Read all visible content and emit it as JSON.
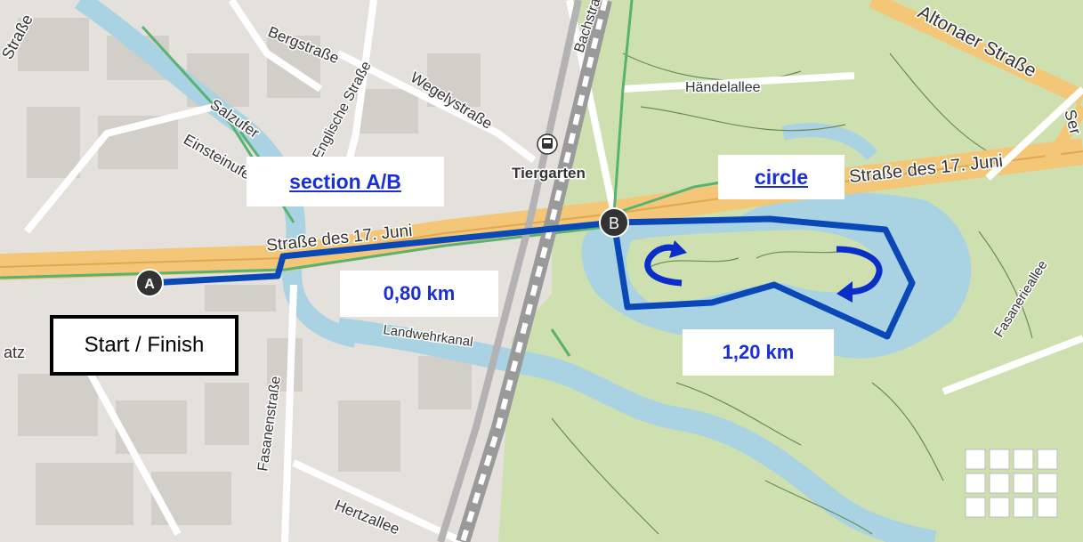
{
  "map": {
    "labels": {
      "section": "section A/B",
      "circle": "circle",
      "distance_ab": "0,80 km",
      "distance_circle": "1,20 km",
      "start_finish": "Start / Finish"
    },
    "markers": {
      "a": "A",
      "b": "B"
    },
    "streets": {
      "bergstrasse": "Bergstraße",
      "wegelystrasse": "Wegelystraße",
      "englische": "Englische Straße",
      "salzufer": "Salzufer",
      "einsteinufer": "Einsteinufer",
      "strasse17_left": "Straße des 17. Juni",
      "strasse17_right": "Straße des 17. Juni",
      "tiergarten": "Tiergarten",
      "bachstrasse": "Bachstraße",
      "haendelallee": "Händelallee",
      "altonaer": "Altonaer Straße",
      "fasanerieallee": "Fasanerieallee",
      "fasanenstrasse": "Fasanenstraße",
      "hertzallee": "Hertzallee",
      "landwehrkanal": "Landwehrkanal",
      "strasse_left_edge": "Straße",
      "platz": "atz",
      "ser": "Ser"
    },
    "colors": {
      "route": "#0a48b8",
      "label_text": "#1a2fd6",
      "park": "#cfe0b0",
      "water": "#a9d3e3",
      "major_road": "#f3c777",
      "railway": "#999999"
    },
    "icons": [
      "train-station-icon",
      "clockwise-arrow-icon",
      "counterclockwise-arrow-icon"
    ]
  }
}
